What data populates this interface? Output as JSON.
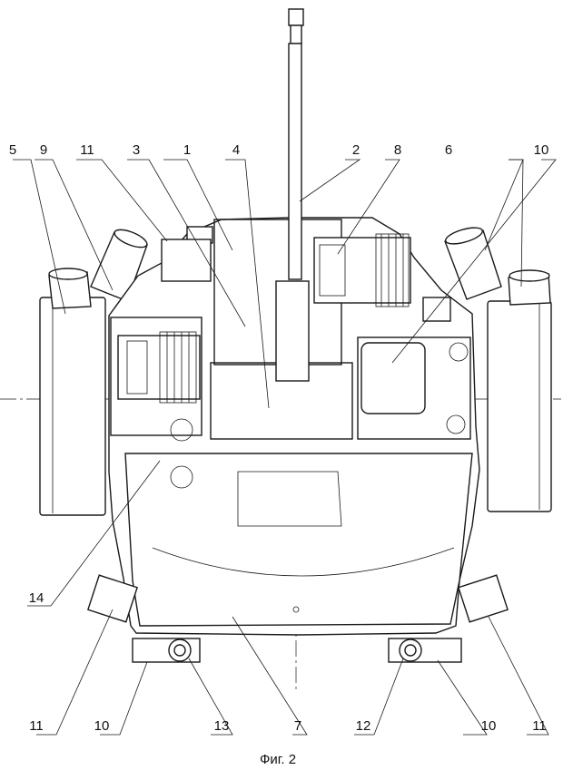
{
  "caption": "Фиг. 2",
  "top_labels": [
    "5",
    "9",
    "11",
    "3",
    "1",
    "4",
    "2",
    "8",
    "6",
    "10"
  ],
  "side_labels": [
    "14"
  ],
  "bottom_labels": [
    "11",
    "10",
    "13",
    "7",
    "12",
    "10",
    "11"
  ]
}
